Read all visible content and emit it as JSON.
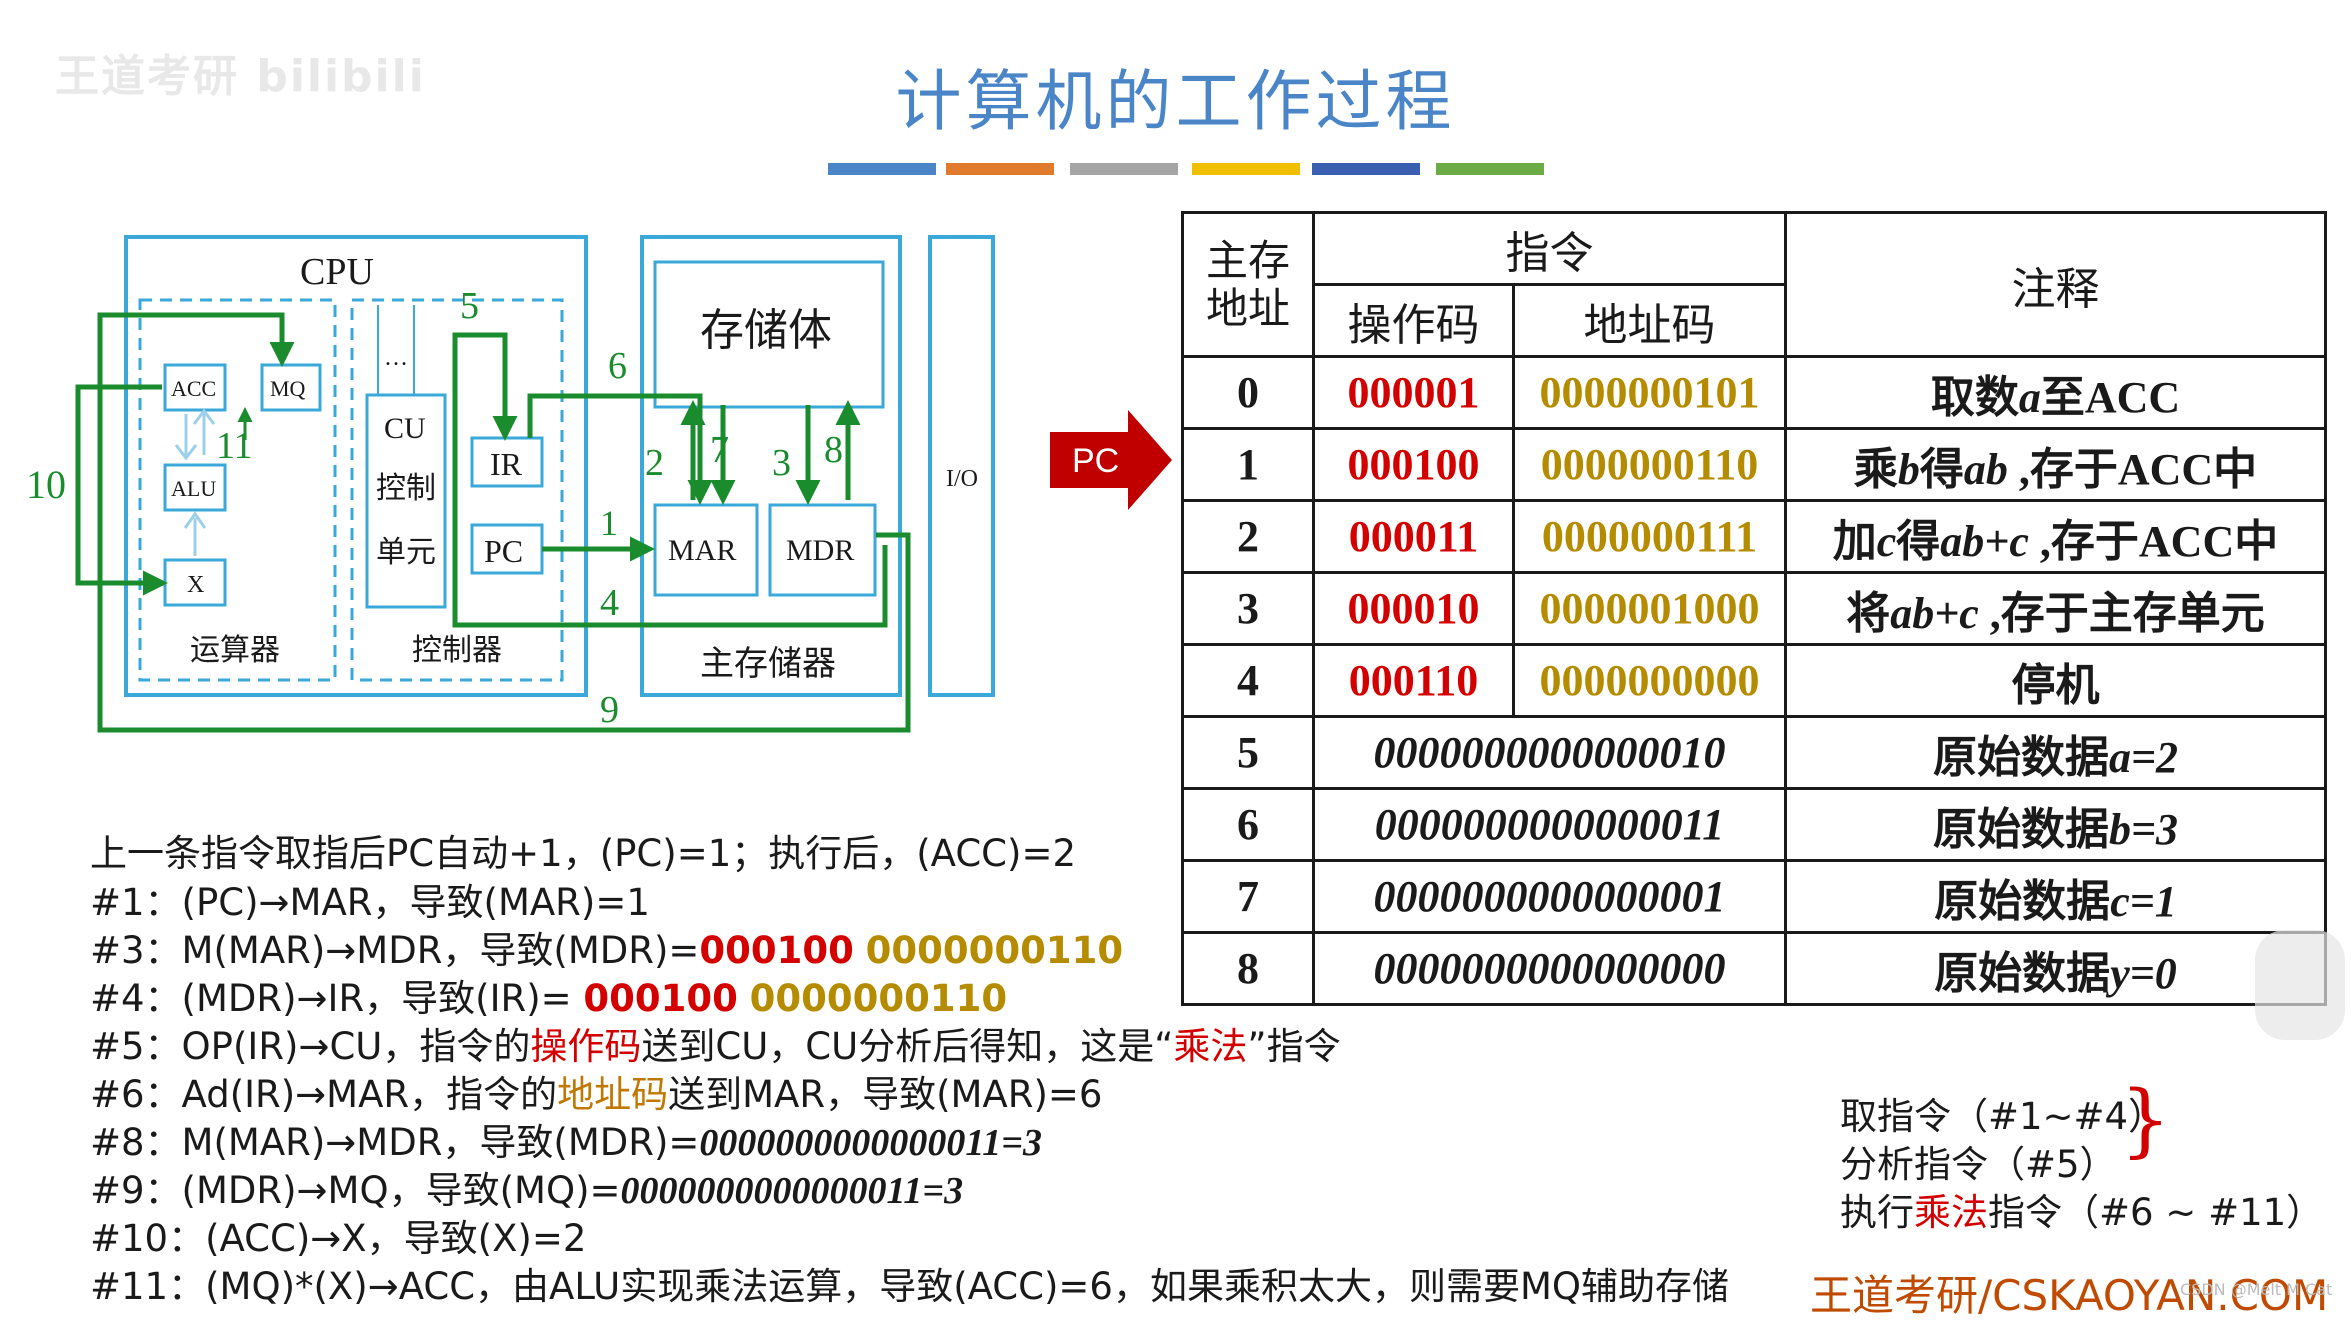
{
  "watermark": "王道考研 bilibili",
  "title": "计算机的工作过程",
  "color_bars": [
    "#4a86c7",
    "#e07b2e",
    "#a5a5a5",
    "#f0c000",
    "#3b5fb0",
    "#6aab46"
  ],
  "diagram": {
    "cpu_label": "CPU",
    "acc": "ACC",
    "mq": "MQ",
    "alu": "ALU",
    "x": "X",
    "alu_unit_label": "运算器",
    "cu": "CU",
    "cu_sub1": "控制",
    "cu_sub2": "单元",
    "cu_dots": "…",
    "ir": "IR",
    "pc": "PC",
    "control_label": "控制器",
    "storage_body": "存储体",
    "mar": "MAR",
    "mdr": "MDR",
    "memory_label": "主存储器",
    "io": "I/O",
    "step_labels": {
      "s1": "1",
      "s2": "2",
      "s3": "3",
      "s4": "4",
      "s5": "5",
      "s6": "6",
      "s7": "7",
      "s8": "8",
      "s9": "9",
      "s10": "10",
      "s11": "11"
    }
  },
  "pc_pointer": "PC",
  "table": {
    "headers": {
      "address": "主存\n地址",
      "instruction": "指令",
      "opcode": "操作码",
      "addrcode": "地址码",
      "note": "注释"
    },
    "rows": [
      {
        "addr": "0",
        "op": "000001",
        "ad": "0000000101",
        "note_a": "取数",
        "note_b": "a",
        "note_c": "至ACC"
      },
      {
        "addr": "1",
        "op": "000100",
        "ad": "0000000110",
        "note_a": "乘",
        "note_b": "b",
        "note_c": "得",
        "note_d": "ab",
        "note_e": " ,存于ACC中"
      },
      {
        "addr": "2",
        "op": "000011",
        "ad": "0000000111",
        "note_a": "加",
        "note_b": "c",
        "note_c": "得",
        "note_d": "ab+c",
        "note_e": " ,存于ACC中"
      },
      {
        "addr": "3",
        "op": "000010",
        "ad": "0000001000",
        "note_a": "将",
        "note_b": "ab+c",
        "note_c": " ,存于主存单元"
      },
      {
        "addr": "4",
        "op": "000110",
        "ad": "0000000000",
        "note_a": "停机"
      }
    ],
    "data_rows": [
      {
        "addr": "5",
        "value": "0000000000000010",
        "note_a": "原始数据",
        "note_b": "a=2"
      },
      {
        "addr": "6",
        "value": "0000000000000011",
        "note_a": "原始数据",
        "note_b": "b=3"
      },
      {
        "addr": "7",
        "value": "0000000000000001",
        "note_a": "原始数据",
        "note_b": "c=1"
      },
      {
        "addr": "8",
        "value": "0000000000000000",
        "note_a": "原始数据",
        "note_b": "y=0"
      }
    ]
  },
  "steps": {
    "l0": "上一条指令取指后PC自动+1，(PC)=1；执行后，(ACC)=2",
    "l1": "#1：(PC)→MAR，导致(MAR)=1",
    "l2a": "#3：M(MAR)→MDR，导致(MDR)=",
    "l2b": "000100",
    "l2c": "0000000110",
    "l3a": "#4：(MDR)→IR，导致(IR)= ",
    "l3b": "000100",
    "l3c": "0000000110",
    "l4a": "#5：OP(IR)→CU，指令的",
    "l4b": "操作码",
    "l4c": "送到CU，CU分析后得知，这是“",
    "l4d": "乘法",
    "l4e": "”指令",
    "l5a": "#6：Ad(IR)→MAR，指令的",
    "l5b": "地址码",
    "l5c": "送到MAR，导致(MAR)=6",
    "l6a": "#8：M(MAR)→MDR，导致(MDR)=",
    "l6b": "0000000000000011=3",
    "l7a": "#9：(MDR)→MQ，导致(MQ)=",
    "l7b": "0000000000000011=3",
    "l8": "#10：(ACC)→X，导致(X)=2",
    "l9": "#11：(MQ)*(X)→ACC，由ALU实现乘法运算，导致(ACC)=6，如果乘积太大，则需要MQ辅助存储"
  },
  "phases": {
    "fetch": "取指令（#1~#4）",
    "analyze": "分析指令（#5）",
    "exec_a": "执行",
    "exec_b": "乘法",
    "exec_c": "指令（#6 ~ #11）",
    "brace": "}"
  },
  "footer": "王道考研/CSKAOYAN.COM",
  "csdn": "CSDN @Melt M Cat"
}
